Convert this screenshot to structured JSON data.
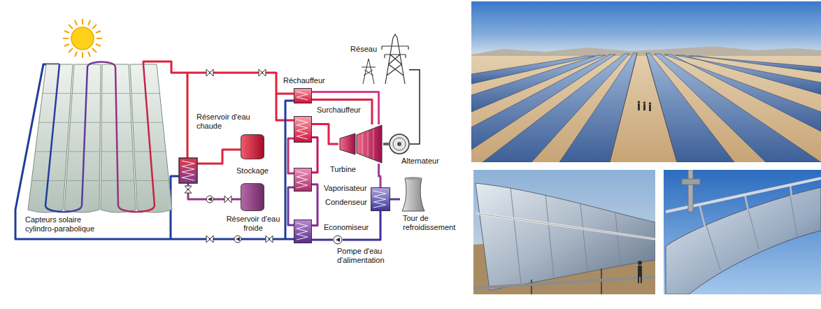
{
  "diagram": {
    "nodes": [
      {
        "text": [
          "Capteurs solaire cylindro-parabolique"
        ]
      },
      {
        "text": [
          "Réseau"
        ]
      },
      {
        "text": [
          "Réchauffeur"
        ]
      },
      {
        "text": [
          "Réservoir d'eau chaude"
        ]
      },
      {
        "text": [
          "Surchauffeur"
        ]
      },
      {
        "text": [
          "Turbine"
        ]
      },
      {
        "text": [
          "Alternateur"
        ]
      },
      {
        "text": [
          "Vaporisateur"
        ]
      },
      {
        "text": [
          "Réservoir d'eau froide"
        ]
      },
      {
        "text": [
          "Condenseur"
        ]
      },
      {
        "text": [
          "Tour de refroidissement"
        ]
      },
      {
        "text": [
          "Economiseur"
        ]
      },
      {
        "text": [
          "Pompe d'eau d'alimentation"
        ]
      }
    ],
    "edges": [
      {
        "from": 11,
        "to": 7,
        "arrow": "none"
      },
      {
        "from": 7,
        "to": 4,
        "arrow": "none"
      },
      {
        "from": 4,
        "to": 5,
        "arrow": "none"
      },
      {
        "from": 5,
        "to": 2,
        "arrow": "none"
      },
      {
        "from": 2,
        "to": 5,
        "arrow": "none"
      },
      {
        "from": 5,
        "to": 9,
        "arrow": "none"
      },
      {
        "from": 9,
        "to": 10,
        "arrow": "none"
      },
      {
        "from": 9,
        "to": 12,
        "arrow": "none"
      },
      {
        "from": 12,
        "to": 11,
        "arrow": "none"
      },
      {
        "from": 6,
        "to": 1,
        "arrow": "none"
      },
      {
        "from": 5,
        "to": 6,
        "arrow": "none"
      }
    ],
    "labels": [
      "Stockage"
    ]
  }
}
